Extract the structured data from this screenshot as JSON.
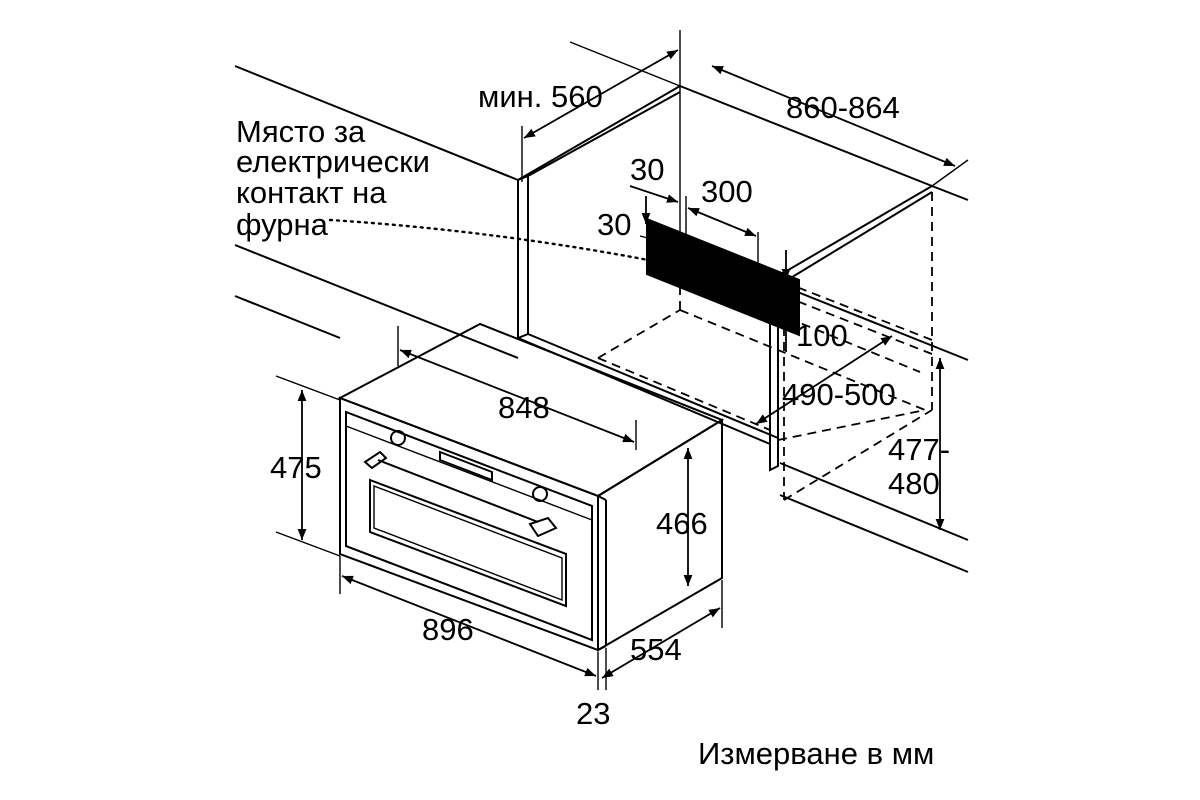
{
  "labels": {
    "min_width": "мин. 560",
    "niche_width": "860-864",
    "socket_note": [
      "Място за",
      "електрически",
      "контакт на",
      "фурна"
    ],
    "offset_top": "30",
    "offset_side": "30",
    "socket_width": "300",
    "socket_height": "100",
    "niche_depth": "490-500",
    "niche_height_1": "477-",
    "niche_height_2": "480",
    "oven_body_width": "848",
    "oven_front_height": "475",
    "oven_body_height": "466",
    "oven_front_width": "896",
    "oven_depth": "554",
    "front_thickness": "23",
    "units_note": "Измерване в мм"
  },
  "colors": {
    "line": "#000000",
    "socket_fill": "#b3b3b3",
    "background": "#ffffff"
  }
}
